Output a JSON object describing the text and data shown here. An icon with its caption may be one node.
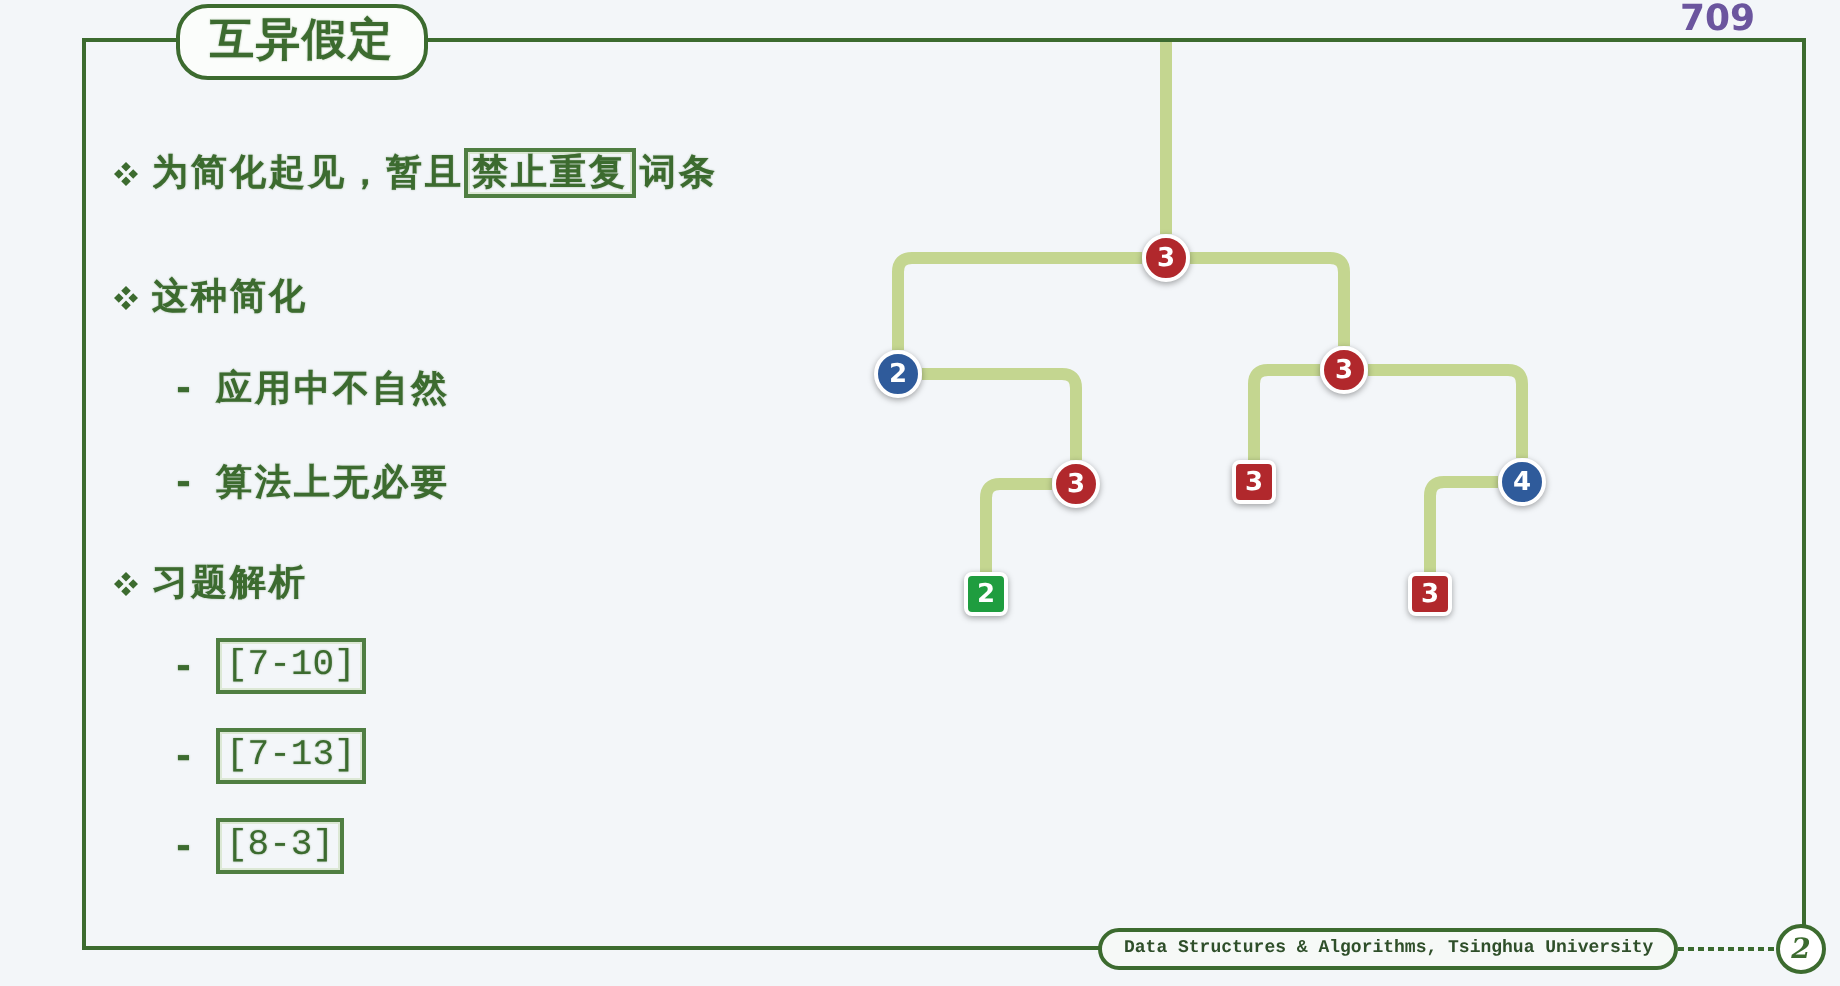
{
  "diagram": {
    "nodes": [
      {
        "text": [],
        "shape": "box"
      },
      {
        "text": [
          "互异假定"
        ]
      },
      {
        "text": [
          "禁止重复"
        ],
        "in": 0
      },
      {
        "text": [
          "[7-10]"
        ],
        "in": 0
      },
      {
        "text": [
          "[7-13]"
        ],
        "in": 0
      },
      {
        "text": [
          "[8-3]"
        ],
        "in": 0
      },
      {
        "text": [
          "3"
        ],
        "in": 0
      },
      {
        "text": [
          "2"
        ],
        "in": 0
      },
      {
        "text": [
          "3"
        ],
        "in": 0
      },
      {
        "text": [
          "3"
        ],
        "in": 0
      },
      {
        "text": [
          "3"
        ],
        "in": 0
      },
      {
        "text": [
          "4"
        ],
        "in": 0
      },
      {
        "text": [
          "2"
        ],
        "in": 0
      },
      {
        "text": [
          "3"
        ],
        "in": 0
      },
      {
        "text": [
          "Data Structures & Algorithms, Tsinghua University"
        ]
      },
      {
        "text": [
          "2"
        ]
      }
    ],
    "edges": [
      {
        "from": null,
        "to": 6,
        "arrow": "none"
      },
      {
        "from": 6,
        "to": 7,
        "arrow": "none"
      },
      {
        "from": 6,
        "to": 8,
        "arrow": "none"
      },
      {
        "from": 7,
        "to": 9,
        "arrow": "none"
      },
      {
        "from": 9,
        "to": 12,
        "arrow": "none"
      },
      {
        "from": 8,
        "to": 10,
        "arrow": "none"
      },
      {
        "from": 8,
        "to": 11,
        "arrow": "none"
      },
      {
        "from": 11,
        "to": 13,
        "arrow": "none"
      },
      {
        "from": 14,
        "to": 15,
        "arrow": "none",
        "style": "dashed",
        "color": "#3b6a30"
      }
    ],
    "labels": [
      "709",
      "为简化起见，暂且",
      "词条",
      "这种简化",
      "-",
      "应用中不自然",
      "-",
      "算法上无必要",
      "习题解析",
      "-",
      "-",
      "-"
    ]
  }
}
